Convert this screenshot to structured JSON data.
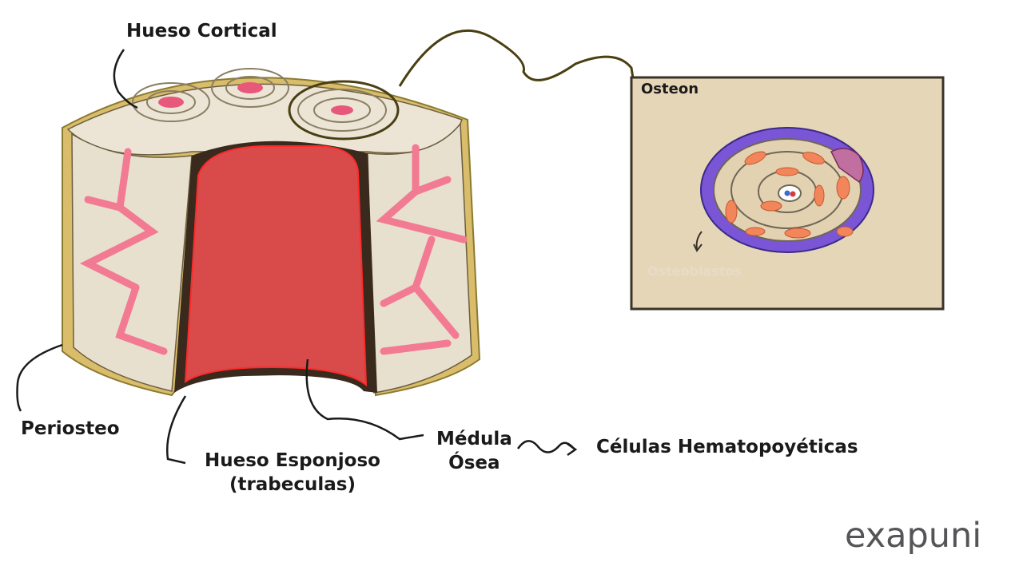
{
  "labels": {
    "hueso_cortical": "Hueso Cortical",
    "periosteo": "Periosteo",
    "hueso_esponjoso_line1": "Hueso Esponjoso",
    "hueso_esponjoso_line2": "(trabeculas)",
    "medula_line1": "Médula",
    "medula_line2": "Ósea",
    "celulas": "Células Hematopoyéticas",
    "osteon": "Osteon",
    "osteoblastos": "Osteoblastos"
  },
  "logo": "exapuni",
  "colors": {
    "periosteum": "#d9bd6a",
    "bone": "#ede6d8",
    "marrow": "#d94a4a",
    "vessel": "#f27a92",
    "osteon_bg": "#e6d6b8",
    "osteoblast": "#7a55d6",
    "osteocyte": "#f2855a"
  }
}
